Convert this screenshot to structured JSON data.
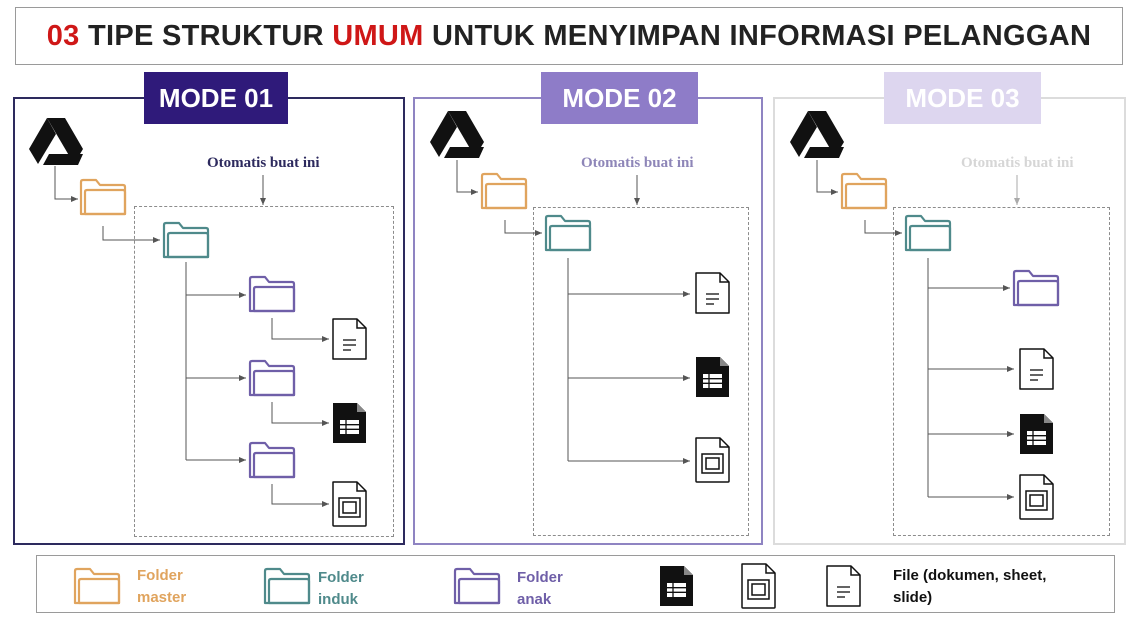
{
  "title": {
    "num": "03",
    "part1": " TIPE STRUKTUR ",
    "highlight": "UMUM",
    "part2": " UNTUK MENYIMPAN INFORMASI PELANGGAN"
  },
  "modes": [
    {
      "label": "MODE 01",
      "annotation": "Otomatis buat ini",
      "annotation_color": "#2d2a5e"
    },
    {
      "label": "MODE 02",
      "annotation": "Otomatis buat ini",
      "annotation_color": "#8e86b8"
    },
    {
      "label": "MODE 03",
      "annotation": "Otomatis buat ini",
      "annotation_color": "#d6d6d6"
    }
  ],
  "legend": {
    "folder_master": [
      "Folder",
      "master"
    ],
    "folder_induk": [
      "Folder",
      "induk"
    ],
    "folder_anak": [
      "Folder",
      "anak"
    ],
    "file": [
      "File (dokumen, sheet,",
      "slide)"
    ]
  },
  "colors": {
    "folder_master": "#e0a45e",
    "folder_induk": "#4f8a8b",
    "folder_anak": "#6f5fa8",
    "title_red": "#cf1717"
  },
  "icons": [
    "drive-icon",
    "folder-master-icon",
    "folder-induk-icon",
    "folder-anak-icon",
    "document-icon",
    "sheet-icon",
    "slide-icon"
  ]
}
